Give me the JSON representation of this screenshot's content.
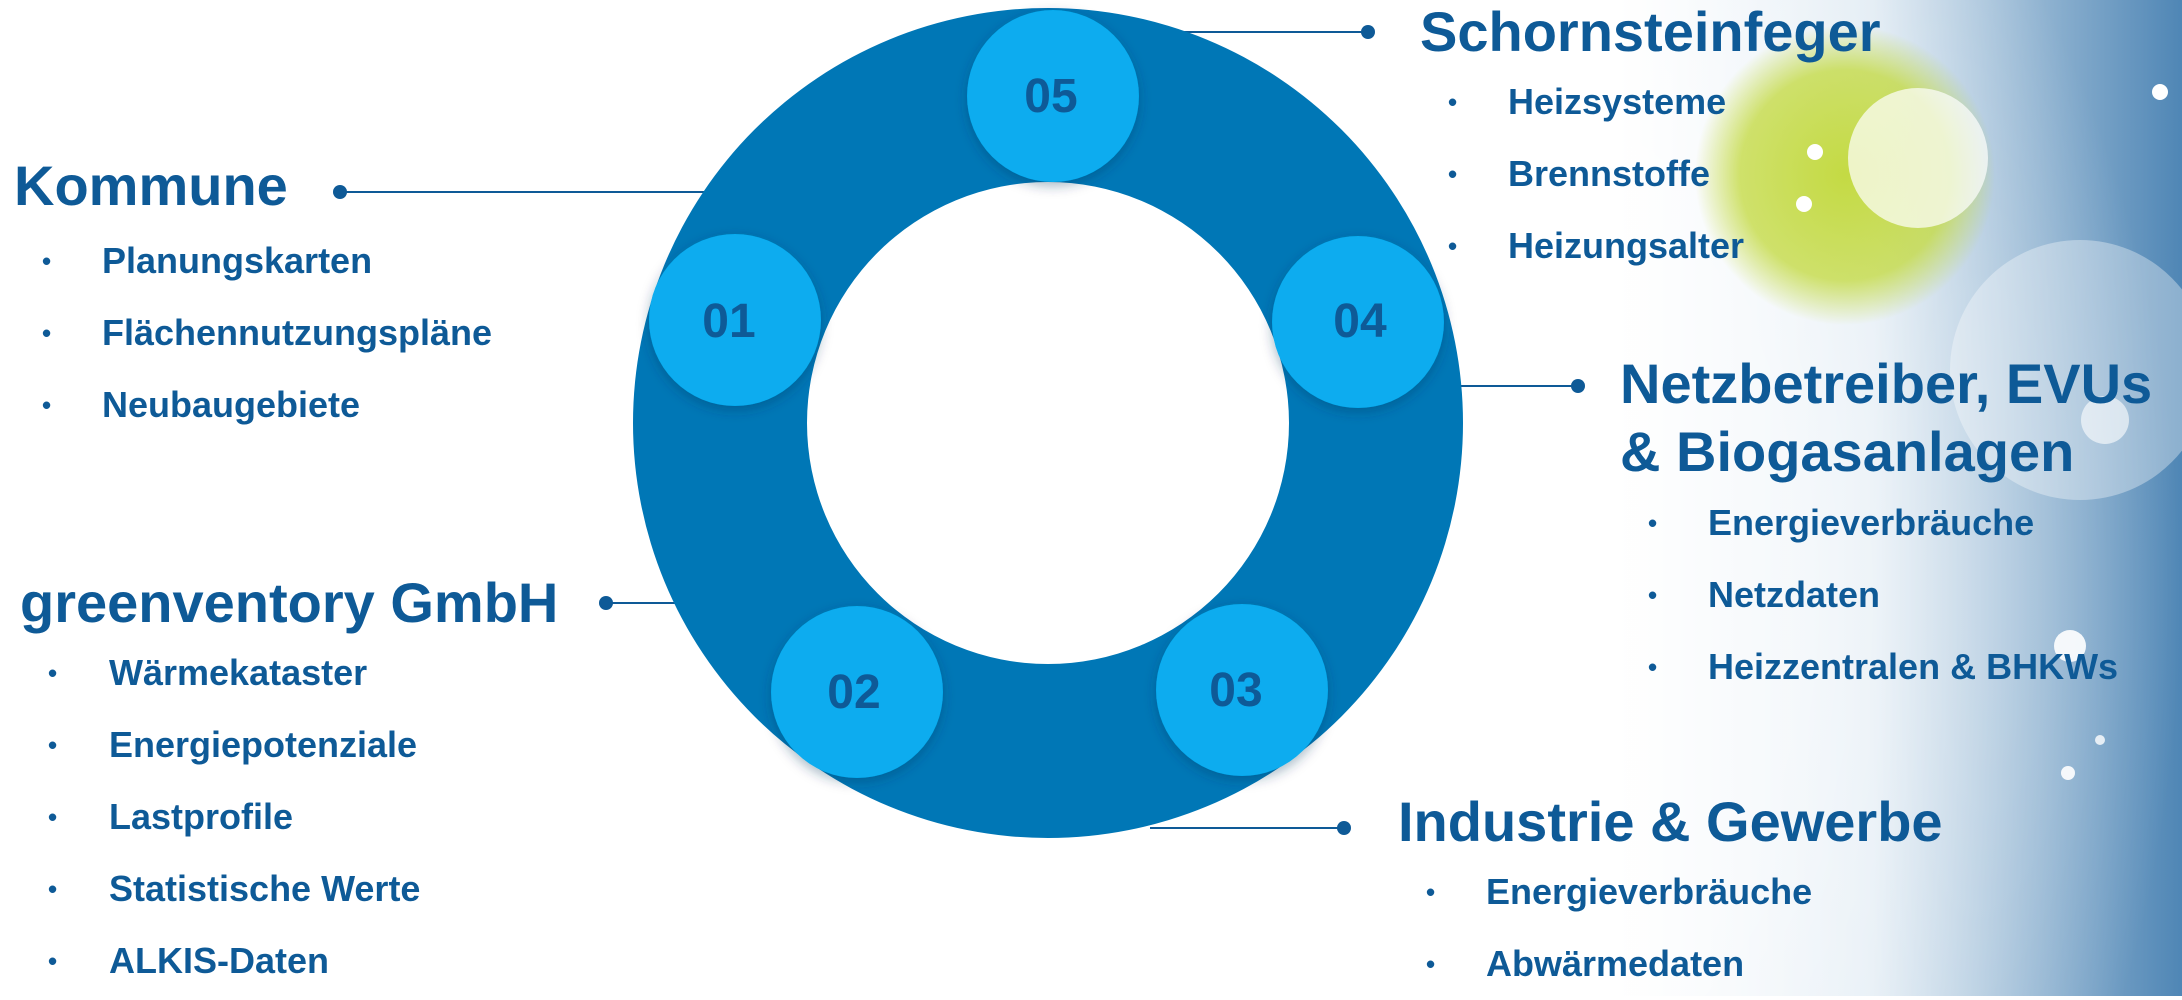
{
  "colors": {
    "ring": "#0077B6",
    "node": "#07ACEF",
    "text": "#0E5A97",
    "accent_green": "#C2D93A"
  },
  "nodes": [
    "01",
    "02",
    "03",
    "04",
    "05"
  ],
  "groups": {
    "kommune": {
      "title": "Kommune",
      "items": [
        "Planungskarten",
        "Flächennutzungspläne",
        "Neubaugebiete"
      ]
    },
    "greenventory": {
      "title": "greenventory GmbH",
      "items": [
        "Wärmekataster",
        "Energiepotenziale",
        "Lastprofile",
        "Statistische Werte",
        "ALKIS-Daten"
      ]
    },
    "industrie": {
      "title": "Industrie & Gewerbe",
      "items": [
        "Energieverbräuche",
        "Abwärmedaten"
      ]
    },
    "netzbetreiber": {
      "title_line1": "Netzbetreiber, EVUs",
      "title_line2": "& Biogasanlagen",
      "items": [
        "Energieverbräuche",
        "Netzdaten",
        "Heizzentralen & BHKWs"
      ]
    },
    "schornsteinfeger": {
      "title": "Schornsteinfeger",
      "items": [
        "Heizsysteme",
        "Brennstoffe",
        "Heizungsalter"
      ]
    }
  }
}
